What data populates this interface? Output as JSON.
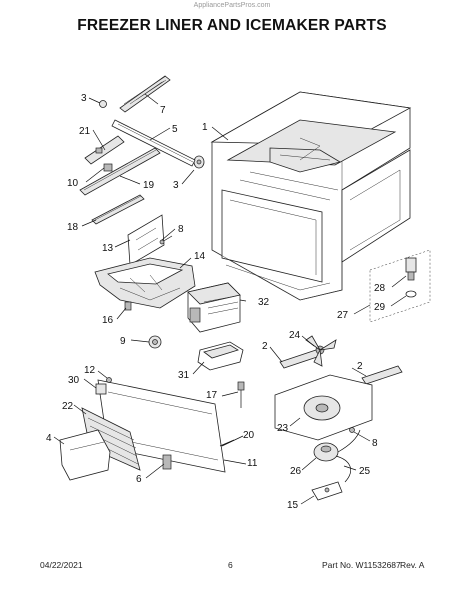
{
  "header": {
    "watermark": "AppliancePartsPros.com",
    "title": "FREEZER LINER AND ICEMAKER PARTS"
  },
  "footer": {
    "date": "04/22/2021",
    "page_number": "6",
    "part_no": "Part No. W11532687",
    "revision": "Rev. A"
  },
  "callouts": {
    "c1": "1",
    "c2a": "2",
    "c2b": "2",
    "c3a": "3",
    "c3b": "3",
    "c4": "4",
    "c5": "5",
    "c6": "6",
    "c7": "7",
    "c8a": "8",
    "c8b": "8",
    "c9": "9",
    "c10": "10",
    "c11": "11",
    "c12": "12",
    "c13": "13",
    "c14": "14",
    "c15": "15",
    "c16": "16",
    "c17": "17",
    "c18": "18",
    "c19": "19",
    "c20": "20",
    "c21": "21",
    "c22": "22",
    "c23": "23",
    "c24": "24",
    "c25": "25",
    "c26": "26",
    "c27": "27",
    "c28": "28",
    "c29": "29",
    "c30": "30",
    "c31": "31",
    "c32": "32"
  }
}
